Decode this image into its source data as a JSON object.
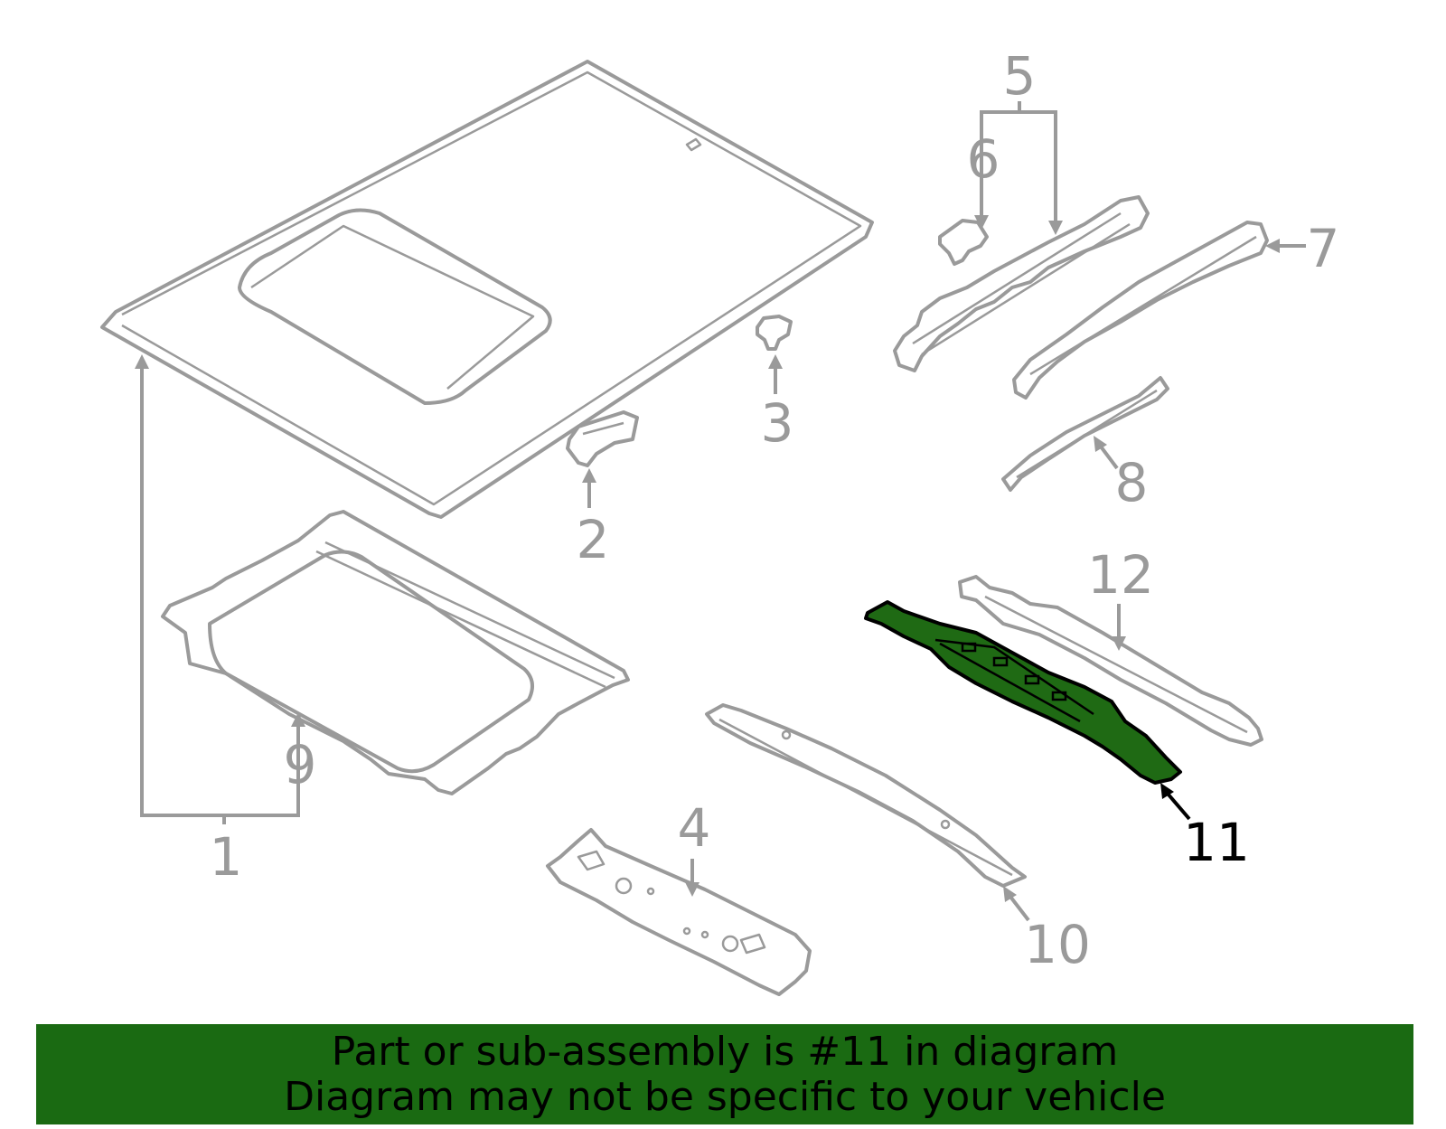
{
  "highlight_color": "#1f6a14",
  "banner_color": "#1a6a12",
  "callouts": [
    {
      "id": "1",
      "text": "1"
    },
    {
      "id": "2",
      "text": "2"
    },
    {
      "id": "3",
      "text": "3"
    },
    {
      "id": "4",
      "text": "4"
    },
    {
      "id": "5",
      "text": "5"
    },
    {
      "id": "6",
      "text": "6"
    },
    {
      "id": "7",
      "text": "7"
    },
    {
      "id": "8",
      "text": "8"
    },
    {
      "id": "9",
      "text": "9"
    },
    {
      "id": "10",
      "text": "10"
    },
    {
      "id": "11",
      "text": "11"
    },
    {
      "id": "12",
      "text": "12"
    }
  ],
  "highlighted_part": "11",
  "banner": {
    "line1": "Part or sub-assembly is #11 in diagram",
    "line2": "Diagram may not be specific to your vehicle"
  }
}
